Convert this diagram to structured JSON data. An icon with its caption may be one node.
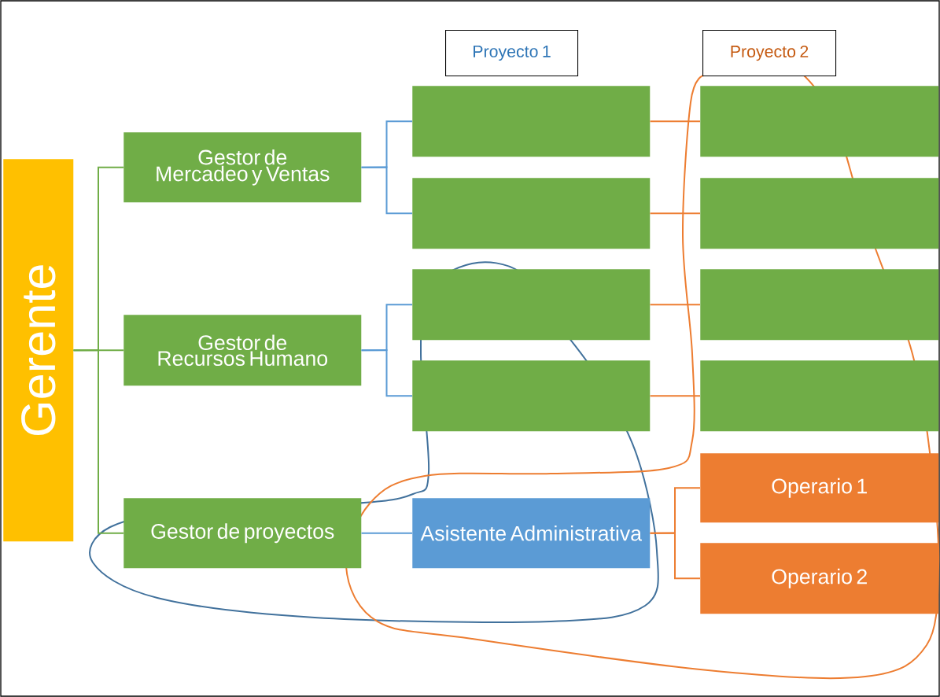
{
  "diagram": {
    "nodes": [
      {
        "text": [
          "Proyecto 1"
        ]
      },
      {
        "text": [
          "Proyecto 2"
        ]
      },
      {
        "text": [
          "Gerente"
        ]
      },
      {
        "text": [
          "Gestor de Mercadeo y Ventas"
        ]
      },
      {
        "text": [
          "Gestor de Recursos Humano"
        ]
      },
      {
        "text": [
          "Gestor de proyectos"
        ]
      },
      {
        "text": [],
        "shape": "box"
      },
      {
        "text": [],
        "shape": "box"
      },
      {
        "text": [],
        "shape": "box"
      },
      {
        "text": [],
        "shape": "box"
      },
      {
        "text": [
          "Asistente Administrativa"
        ]
      },
      {
        "text": [],
        "shape": "box"
      },
      {
        "text": [],
        "shape": "box"
      },
      {
        "text": [],
        "shape": "box"
      },
      {
        "text": [],
        "shape": "box"
      },
      {
        "text": [
          "Operario 1"
        ]
      },
      {
        "text": [
          "Operario 2"
        ]
      }
    ],
    "edges": [
      {
        "from": 2,
        "to": 3,
        "arrow": "none",
        "color": "#70ad47"
      },
      {
        "from": 2,
        "to": 4,
        "arrow": "none",
        "color": "#70ad47"
      },
      {
        "from": 2,
        "to": 5,
        "arrow": "none",
        "color": "#70ad47"
      },
      {
        "from": 3,
        "to": 6,
        "arrow": "none",
        "color": "#5b9bd5"
      },
      {
        "from": 3,
        "to": 7,
        "arrow": "none",
        "color": "#5b9bd5"
      },
      {
        "from": 4,
        "to": 8,
        "arrow": "none",
        "color": "#5b9bd5"
      },
      {
        "from": 4,
        "to": 9,
        "arrow": "none",
        "color": "#5b9bd5"
      },
      {
        "from": 5,
        "to": 10,
        "arrow": "none",
        "color": "#5b9bd5"
      },
      {
        "from": 6,
        "to": 11,
        "arrow": "none",
        "color": "#ed7d31"
      },
      {
        "from": 7,
        "to": 12,
        "arrow": "none",
        "color": "#ed7d31"
      },
      {
        "from": 8,
        "to": 13,
        "arrow": "none",
        "color": "#ed7d31"
      },
      {
        "from": 9,
        "to": 14,
        "arrow": "none",
        "color": "#ed7d31"
      },
      {
        "from": 10,
        "to": 15,
        "arrow": "none",
        "color": "#ed7d31"
      },
      {
        "from": 10,
        "to": 16,
        "arrow": "none",
        "color": "#ed7d31"
      }
    ]
  }
}
